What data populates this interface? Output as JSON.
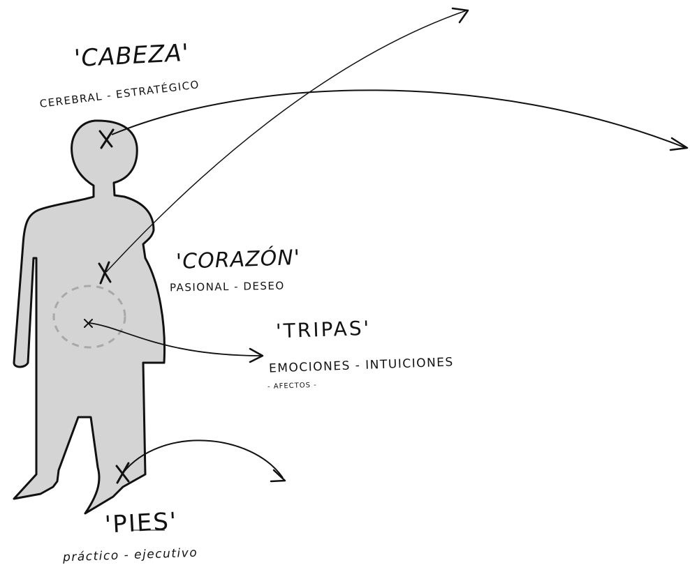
{
  "labels": {
    "cabeza": {
      "title": "'CABEZA'",
      "desc": "CEREBRAL - ESTRATÉGICO"
    },
    "corazon": {
      "title": "'CORAZÓN'",
      "desc": "PASIONAL - DESEO"
    },
    "tripas": {
      "title": "'TRIPAS'",
      "desc": "EMOCIONES - INTUICIONES",
      "desc2": "- AFECTOS -"
    },
    "pies": {
      "title": "'PIES'",
      "desc": "práctico - ejecutivo"
    }
  },
  "colors": {
    "figure_fill": "#d4d4d4",
    "stroke": "#111111",
    "dashed_circle": "#a8a8a8"
  }
}
